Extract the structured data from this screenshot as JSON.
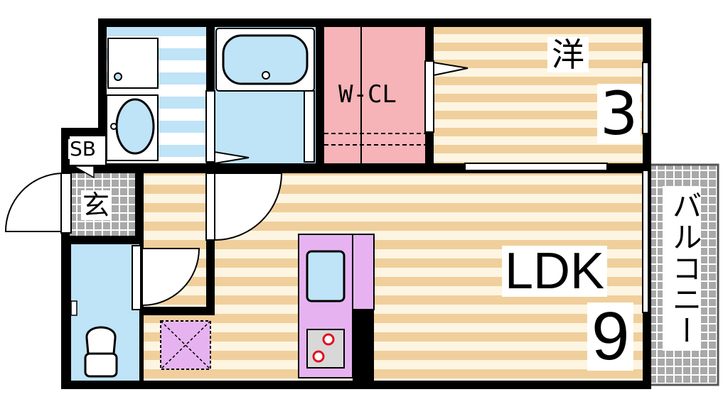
{
  "rooms": {
    "western_room": {
      "label": "洋",
      "size": "3"
    },
    "walk_in_closet": {
      "label": "W-CL"
    },
    "shoe_box": {
      "label": "SB"
    },
    "entrance": {
      "label": "玄"
    },
    "ldk": {
      "label": "LDK",
      "size": "9"
    },
    "balcony": {
      "label": "バルコニー"
    }
  },
  "colors": {
    "wall": "#000000",
    "floor_stripe_wood": "#f0cf9c",
    "floor_stripe_light": "#fdf5e2",
    "wet_area": "#bfe3f7",
    "closet": "#f6b3b8",
    "kitchen": "#e6b3f0",
    "entrance_tile": "#a9a9a9",
    "balcony_tile": "#a9a9a9"
  }
}
